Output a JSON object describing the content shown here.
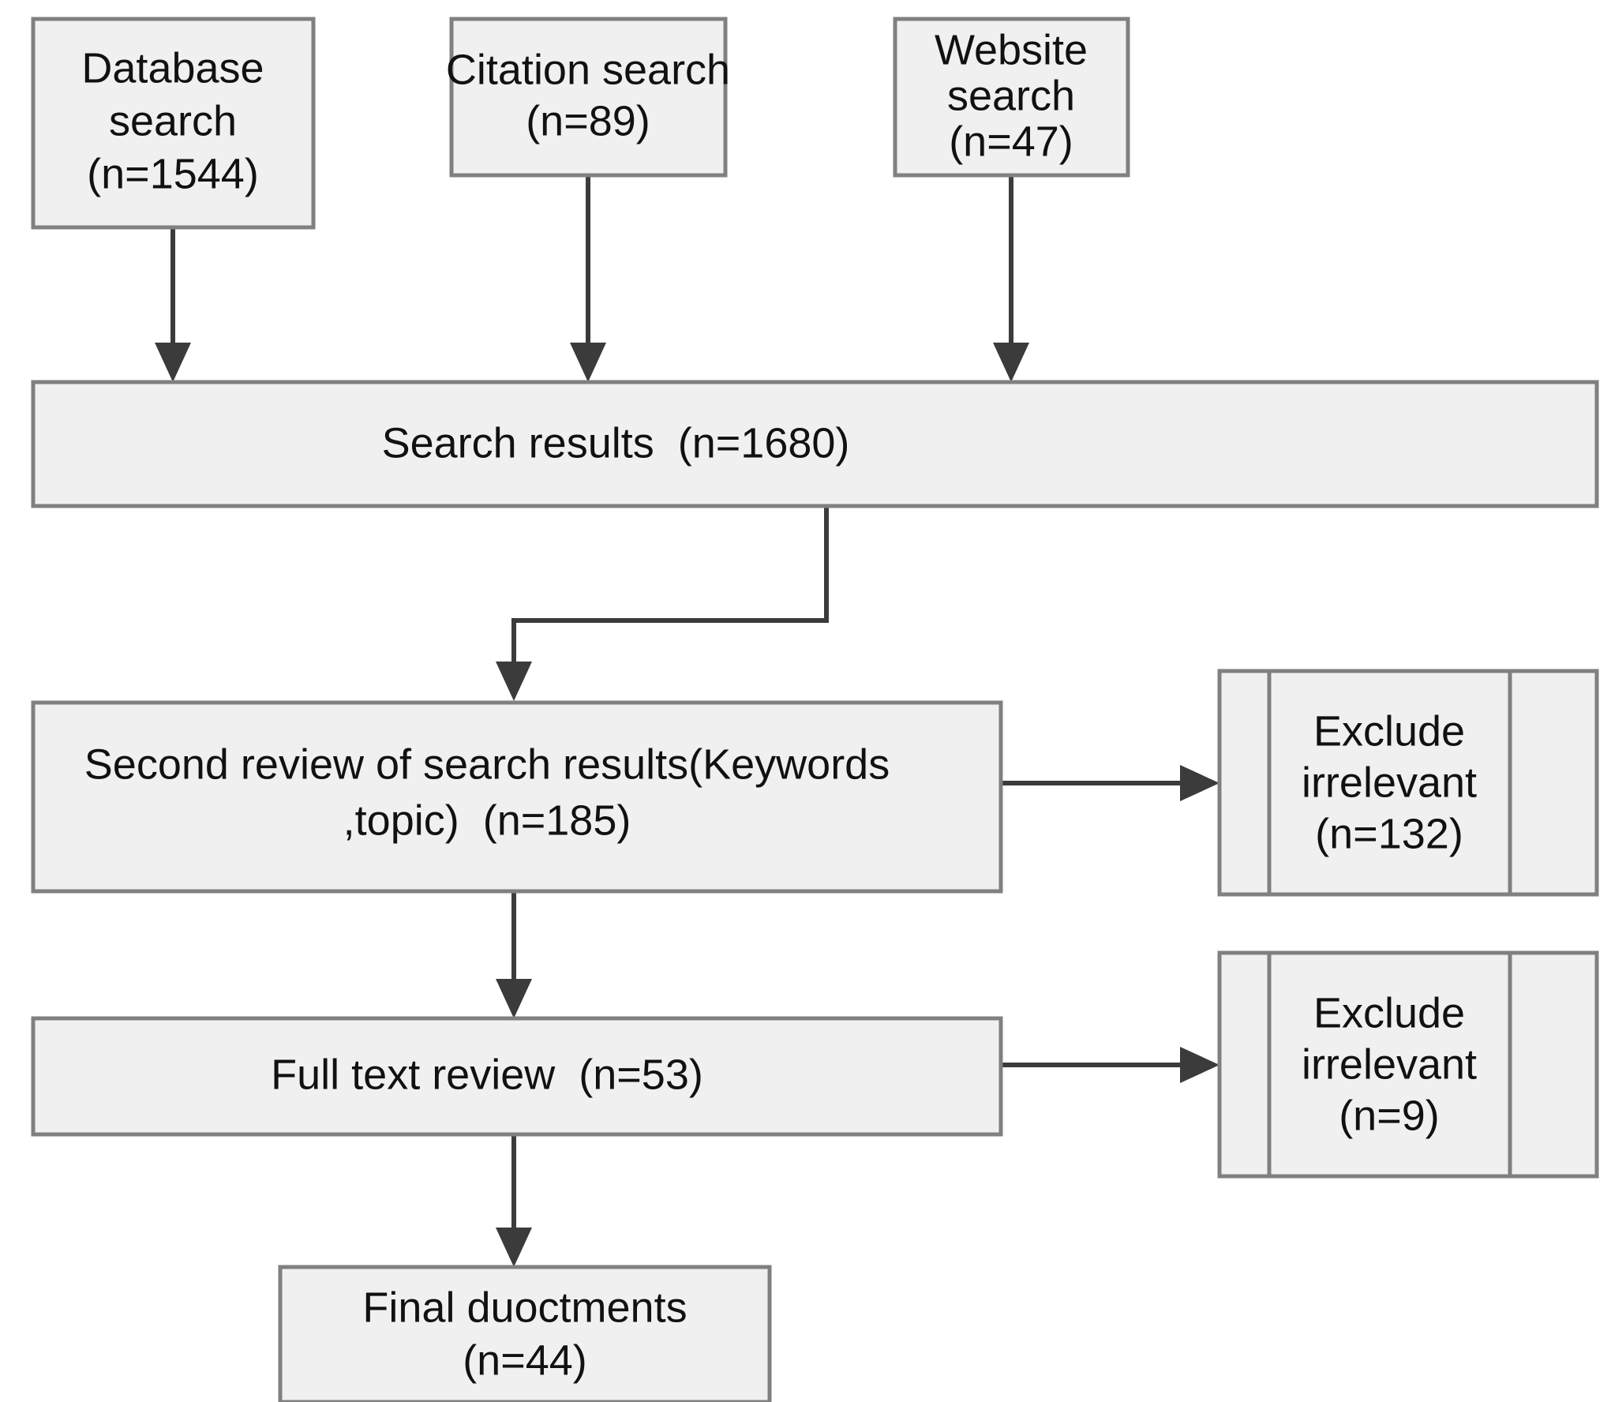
{
  "diagram": {
    "title": "Literature search and screening flow diagram",
    "type": "prisma-flow-diagram",
    "colors": {
      "node_fill": "#f0f0f0",
      "node_border": "#808080",
      "connector": "#3b3b3b",
      "text": "#111111",
      "background": "#ffffff"
    },
    "nodes": [
      {
        "id": "database-search",
        "shape": "rectangle",
        "lines": [
          "Database",
          "search",
          "(n=1544)"
        ],
        "count": 1544
      },
      {
        "id": "citation-search",
        "shape": "rectangle",
        "lines": [
          "Citation search",
          "(n=89)"
        ],
        "count": 89
      },
      {
        "id": "website-search",
        "shape": "rectangle",
        "lines": [
          "Website",
          "search",
          "(n=47)"
        ],
        "count": 47
      },
      {
        "id": "search-results",
        "shape": "rectangle",
        "lines": [
          "Search results  (n=1680)"
        ],
        "count": 1680
      },
      {
        "id": "second-review",
        "shape": "rectangle",
        "lines": [
          "Second review of search results(Keywords",
          ",topic)  (n=185)"
        ],
        "count": 185
      },
      {
        "id": "exclude-irrelevant-132",
        "shape": "predefined-process",
        "lines": [
          "Exclude",
          "irrelevant",
          "(n=132)"
        ],
        "count": 132
      },
      {
        "id": "full-text-review",
        "shape": "rectangle",
        "lines": [
          "Full text review  (n=53)"
        ],
        "count": 53
      },
      {
        "id": "exclude-irrelevant-9",
        "shape": "predefined-process",
        "lines": [
          "Exclude",
          "irrelevant",
          "(n=9)"
        ],
        "count": 9
      },
      {
        "id": "final-documents",
        "shape": "rectangle",
        "lines": [
          "Final duoctments",
          "(n=44)"
        ],
        "count": 44
      }
    ],
    "edges": [
      {
        "from": "database-search",
        "to": "search-results",
        "style": "straight-down"
      },
      {
        "from": "citation-search",
        "to": "search-results",
        "style": "straight-down"
      },
      {
        "from": "website-search",
        "to": "search-results",
        "style": "straight-down"
      },
      {
        "from": "search-results",
        "to": "second-review",
        "style": "elbow-down-left-down"
      },
      {
        "from": "second-review",
        "to": "exclude-irrelevant-132",
        "style": "straight-right"
      },
      {
        "from": "second-review",
        "to": "full-text-review",
        "style": "straight-down"
      },
      {
        "from": "full-text-review",
        "to": "exclude-irrelevant-9",
        "style": "straight-right"
      },
      {
        "from": "full-text-review",
        "to": "final-documents",
        "style": "straight-down"
      }
    ]
  }
}
